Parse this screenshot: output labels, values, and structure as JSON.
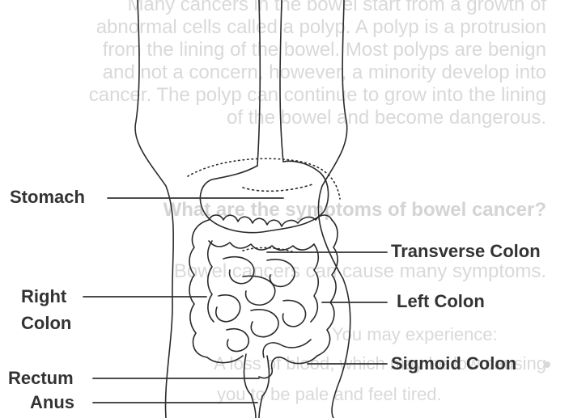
{
  "background_text": {
    "paragraph_lines": [
      "Many cancers in the bowel start from a growth of",
      "abnormal cells called a polyp. A polyp is a protrusion",
      "from the lining of the bowel. Most polyps are benign",
      "and not a concern, however, a minority develop into",
      "cancer. The polyp can continue to grow into the lining",
      "of the bowel and become dangerous."
    ],
    "heading": "What are the symptoms of bowel cancer?",
    "body_line": "Bowel cancers can cause many symptoms.",
    "list_intro": "You may experience:",
    "bullet_lines": [
      "A loss of blood, which may be low causing",
      "you to be pale and feel tired."
    ]
  },
  "labels": {
    "stomach": "Stomach",
    "transverse_colon": "Transverse Colon",
    "right_colon_line1": "Right",
    "right_colon_line2": "Colon",
    "left_colon": "Left Colon",
    "sigmoid_colon": "Sigmoid Colon",
    "rectum": "Rectum",
    "anus": "Anus"
  },
  "colors": {
    "label_text": "#333333",
    "outline": "#2a2a2a",
    "faded_text": "#d9d9d9"
  }
}
